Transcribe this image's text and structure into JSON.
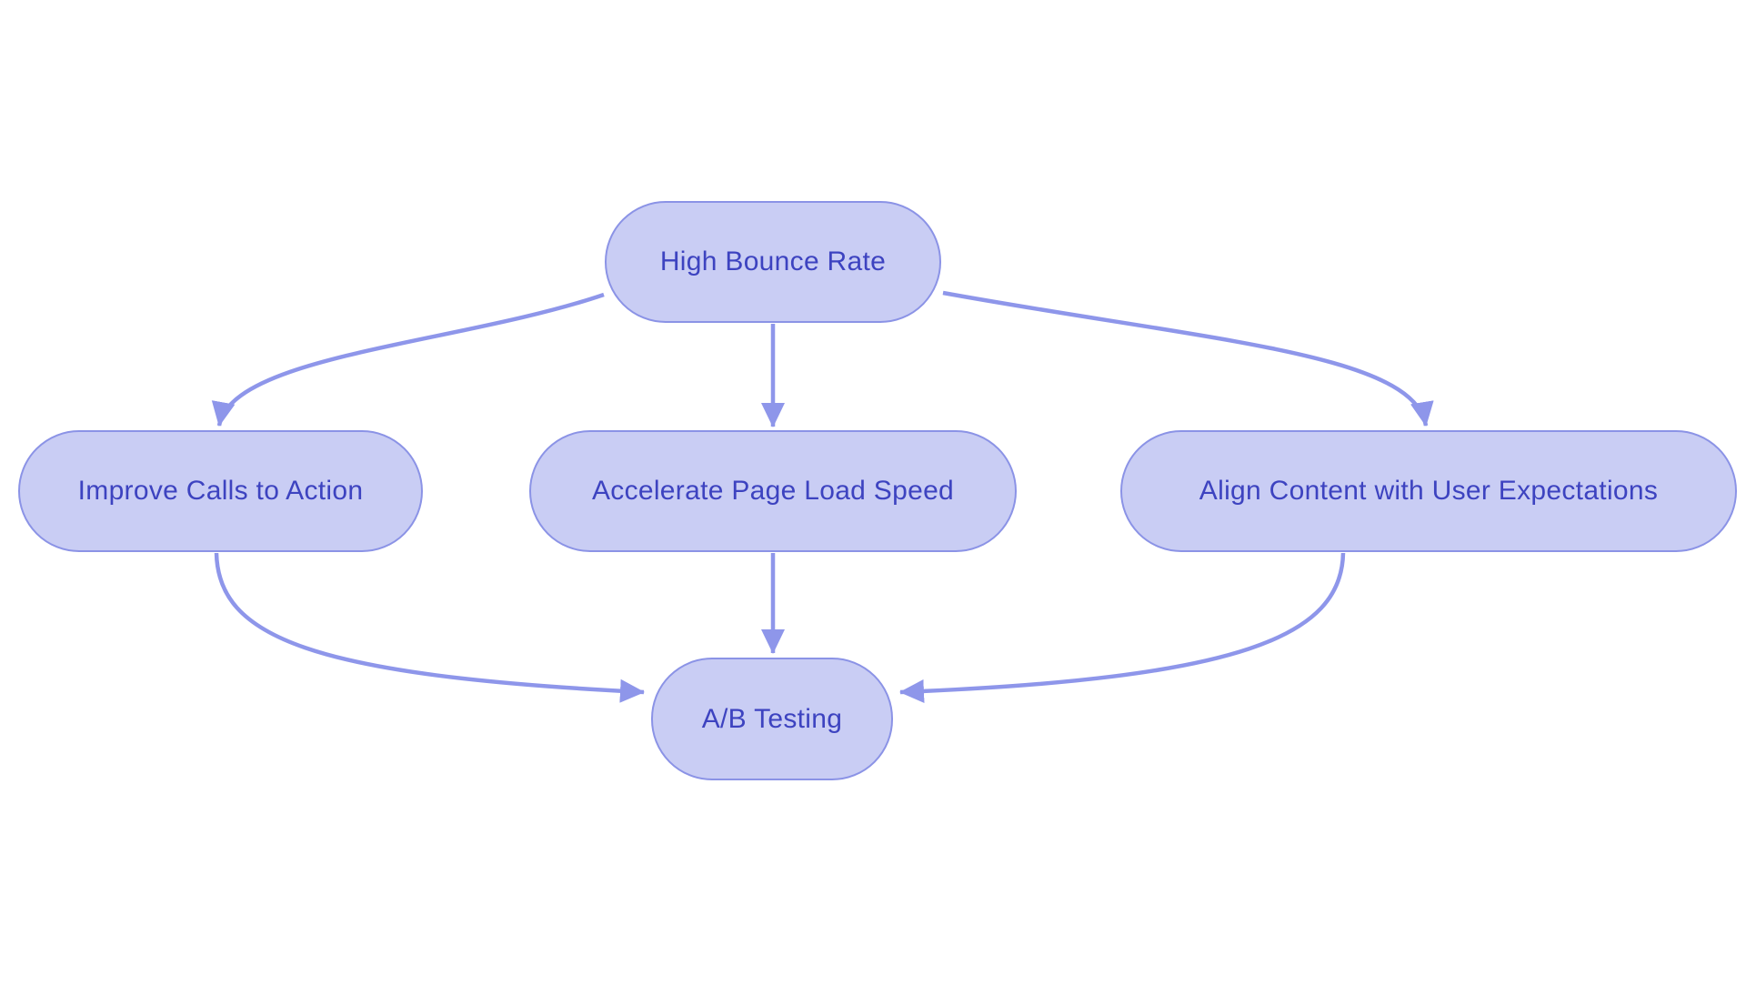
{
  "diagram": {
    "type": "flowchart",
    "background_color": "#ffffff",
    "node_fill_color": "#c9cdf4",
    "node_border_color": "#8b93e6",
    "node_text_color": "#3d43c0",
    "arrow_color": "#8e96ea",
    "nodes": [
      {
        "id": "high-bounce-rate",
        "label": "High Bounce Rate"
      },
      {
        "id": "improve-calls-to-action",
        "label": "Improve Calls to Action"
      },
      {
        "id": "accelerate-page-load-speed",
        "label": "Accelerate Page Load Speed"
      },
      {
        "id": "align-content-with-user-expectations",
        "label": "Align Content with User Expectations"
      },
      {
        "id": "ab-testing",
        "label": "A/B Testing"
      }
    ],
    "edges": [
      {
        "from": "high-bounce-rate",
        "to": "improve-calls-to-action"
      },
      {
        "from": "high-bounce-rate",
        "to": "accelerate-page-load-speed"
      },
      {
        "from": "high-bounce-rate",
        "to": "align-content-with-user-expectations"
      },
      {
        "from": "improve-calls-to-action",
        "to": "ab-testing"
      },
      {
        "from": "accelerate-page-load-speed",
        "to": "ab-testing"
      },
      {
        "from": "align-content-with-user-expectations",
        "to": "ab-testing"
      }
    ]
  }
}
